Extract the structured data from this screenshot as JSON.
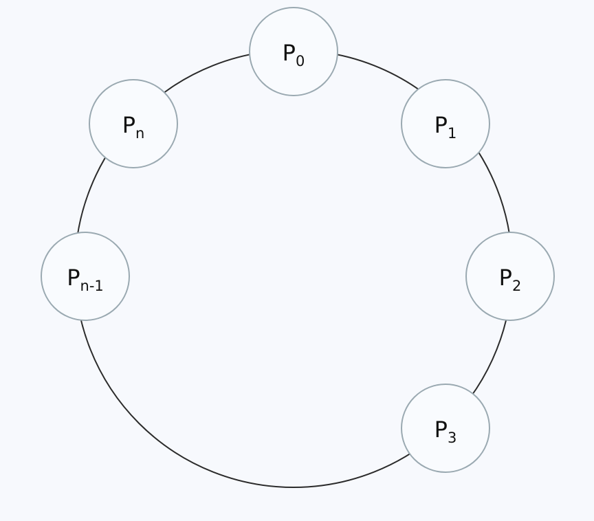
{
  "ring": {
    "description": "ring topology"
  },
  "nodes": [
    {
      "id": "p0",
      "main": "P",
      "sub": "0"
    },
    {
      "id": "p1",
      "main": "P",
      "sub": "1"
    },
    {
      "id": "p2",
      "main": "P",
      "sub": "2"
    },
    {
      "id": "p3",
      "main": "P",
      "sub": "3"
    },
    {
      "id": "pn-1",
      "main": "P",
      "sub": "n-1"
    },
    {
      "id": "pn",
      "main": "P",
      "sub": "n"
    }
  ],
  "colors": {
    "background": "#f7f9fd",
    "ring_stroke": "#2b2b2b",
    "node_stroke": "#9aa9b1",
    "node_fill": "#f9fbfe"
  }
}
